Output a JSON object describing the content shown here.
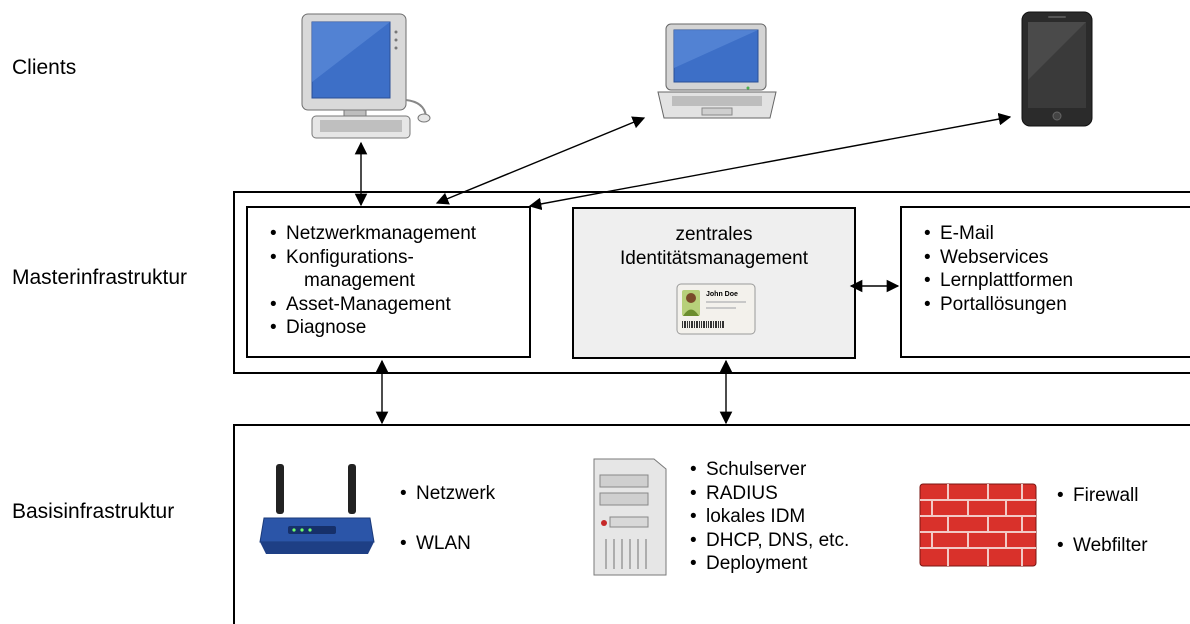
{
  "rows": {
    "clients": "Clients",
    "master": "Masterinfrastruktur",
    "basis": "Basisinfrastruktur"
  },
  "master": {
    "management_items": [
      "Netzwerkmanagement",
      "Konfigurations-",
      "management",
      "Asset-Management",
      "Diagnose"
    ],
    "idm_title_line1": "zentrales",
    "idm_title_line2": "Identitätsmanagement",
    "idm_card_name": "John Doe",
    "services": [
      "E-Mail",
      "Webservices",
      "Lernplattformen",
      "Portallösungen"
    ]
  },
  "basis": {
    "router_items": [
      "Netzwerk",
      "WLAN"
    ],
    "server_items": [
      "Schulserver",
      "RADIUS",
      "lokales IDM",
      "DHCP, DNS, etc.",
      "Deployment"
    ],
    "firewall_items": [
      "Firewall",
      "Webfilter"
    ]
  },
  "icons": [
    "desktop-computer-icon",
    "laptop-icon",
    "smartphone-icon",
    "id-card-icon",
    "wifi-router-icon",
    "server-tower-icon",
    "firewall-icon"
  ],
  "colors": {
    "screen_blue": "#3d6fc7",
    "brick_red": "#d9312b",
    "router_blue": "#2b55a8"
  }
}
